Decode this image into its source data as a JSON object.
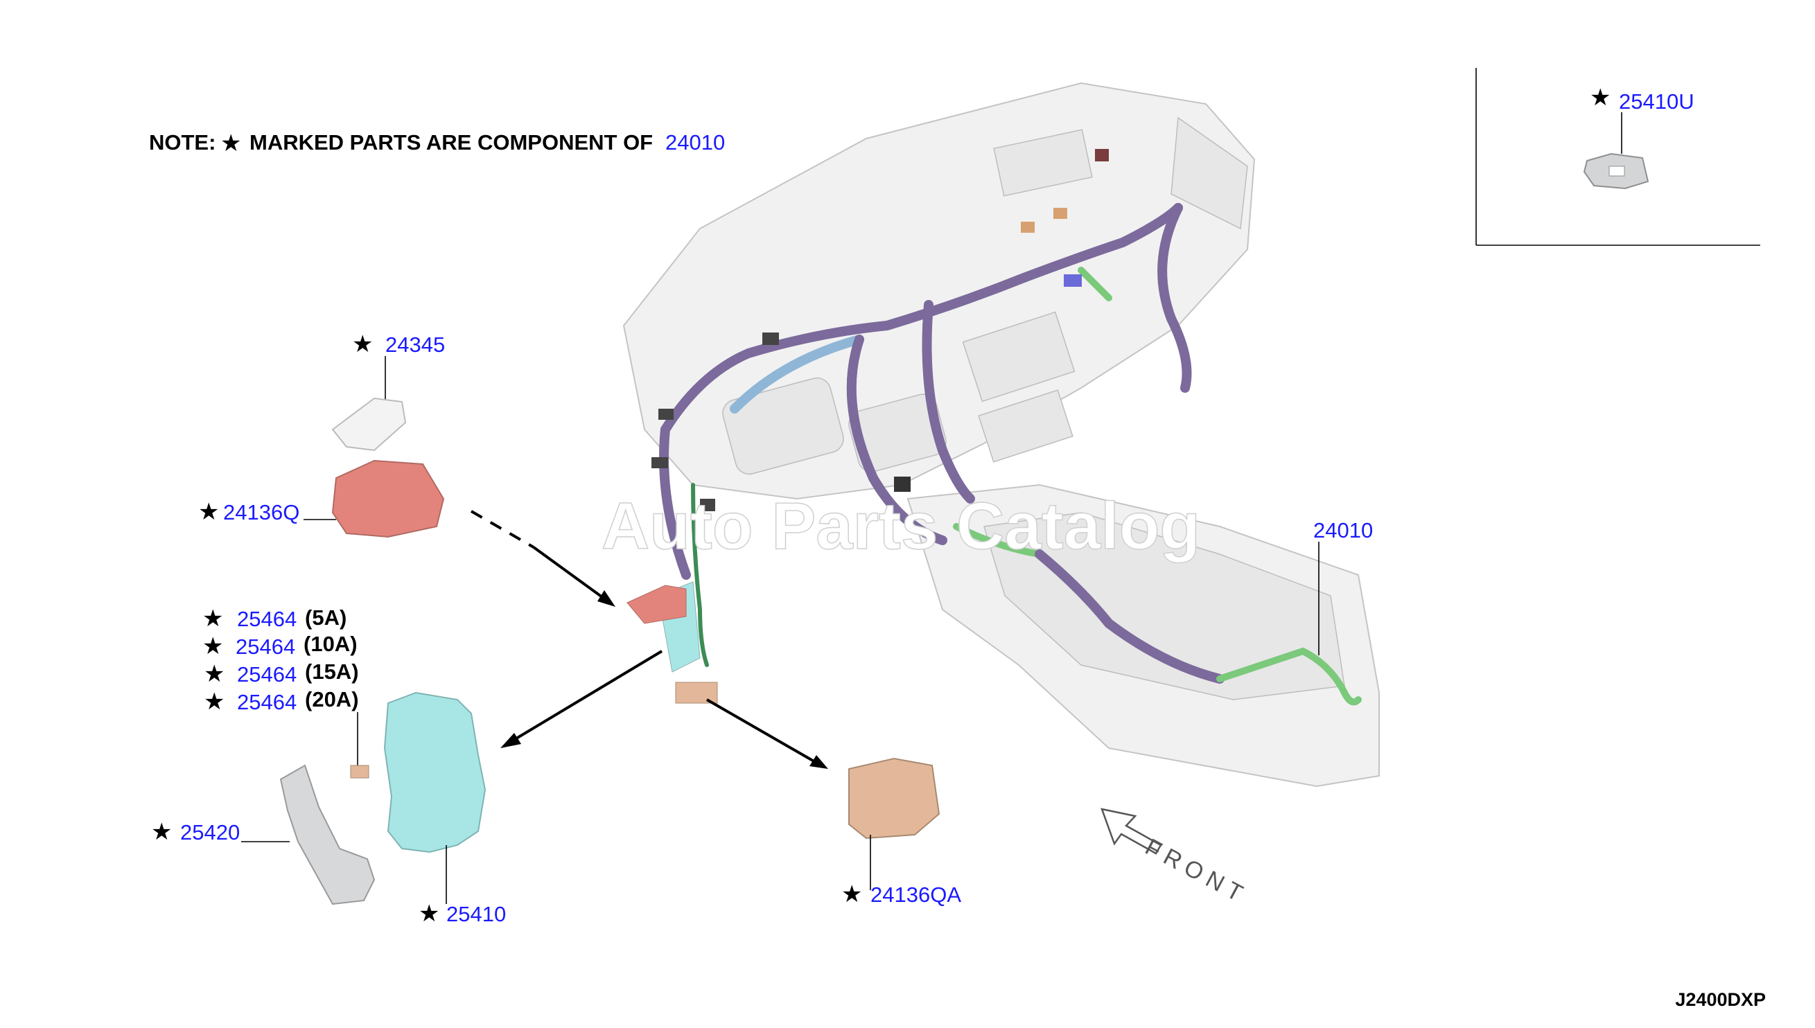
{
  "note": {
    "prefix": "NOTE:",
    "star": "★",
    "text": "MARKED PARTS ARE COMPONENT OF",
    "part": "24010"
  },
  "callouts": {
    "p24345": {
      "star": "★",
      "part": "24345"
    },
    "p24136q": {
      "star": "★",
      "part": "24136Q"
    },
    "p24010": {
      "part": "24010"
    },
    "p25464_5": {
      "star": "★",
      "part": "25464",
      "suffix": "(5A)"
    },
    "p25464_10": {
      "star": "★",
      "part": "25464",
      "suffix": "(10A)"
    },
    "p25464_15": {
      "star": "★",
      "part": "25464",
      "suffix": "(15A)"
    },
    "p25464_20": {
      "star": "★",
      "part": "25464",
      "suffix": "(20A)"
    },
    "p25420": {
      "star": "★",
      "part": "25420"
    },
    "p25410": {
      "star": "★",
      "part": "25410"
    },
    "p24136qa": {
      "star": "★",
      "part": "24136QA"
    },
    "p25410u": {
      "star": "★",
      "part": "25410U"
    }
  },
  "front_label": "FRONT",
  "watermark": "Auto Parts Catalog",
  "diagram_code": "J2400DXP",
  "colors": {
    "part_number": "#1a1aff",
    "fuse_block": "#a8e6e6",
    "relay_box": "#e3b89a",
    "bracket_red": "#e3847c",
    "harness_green": "#7bc97b",
    "harness_purple": "#7b6a9b"
  }
}
